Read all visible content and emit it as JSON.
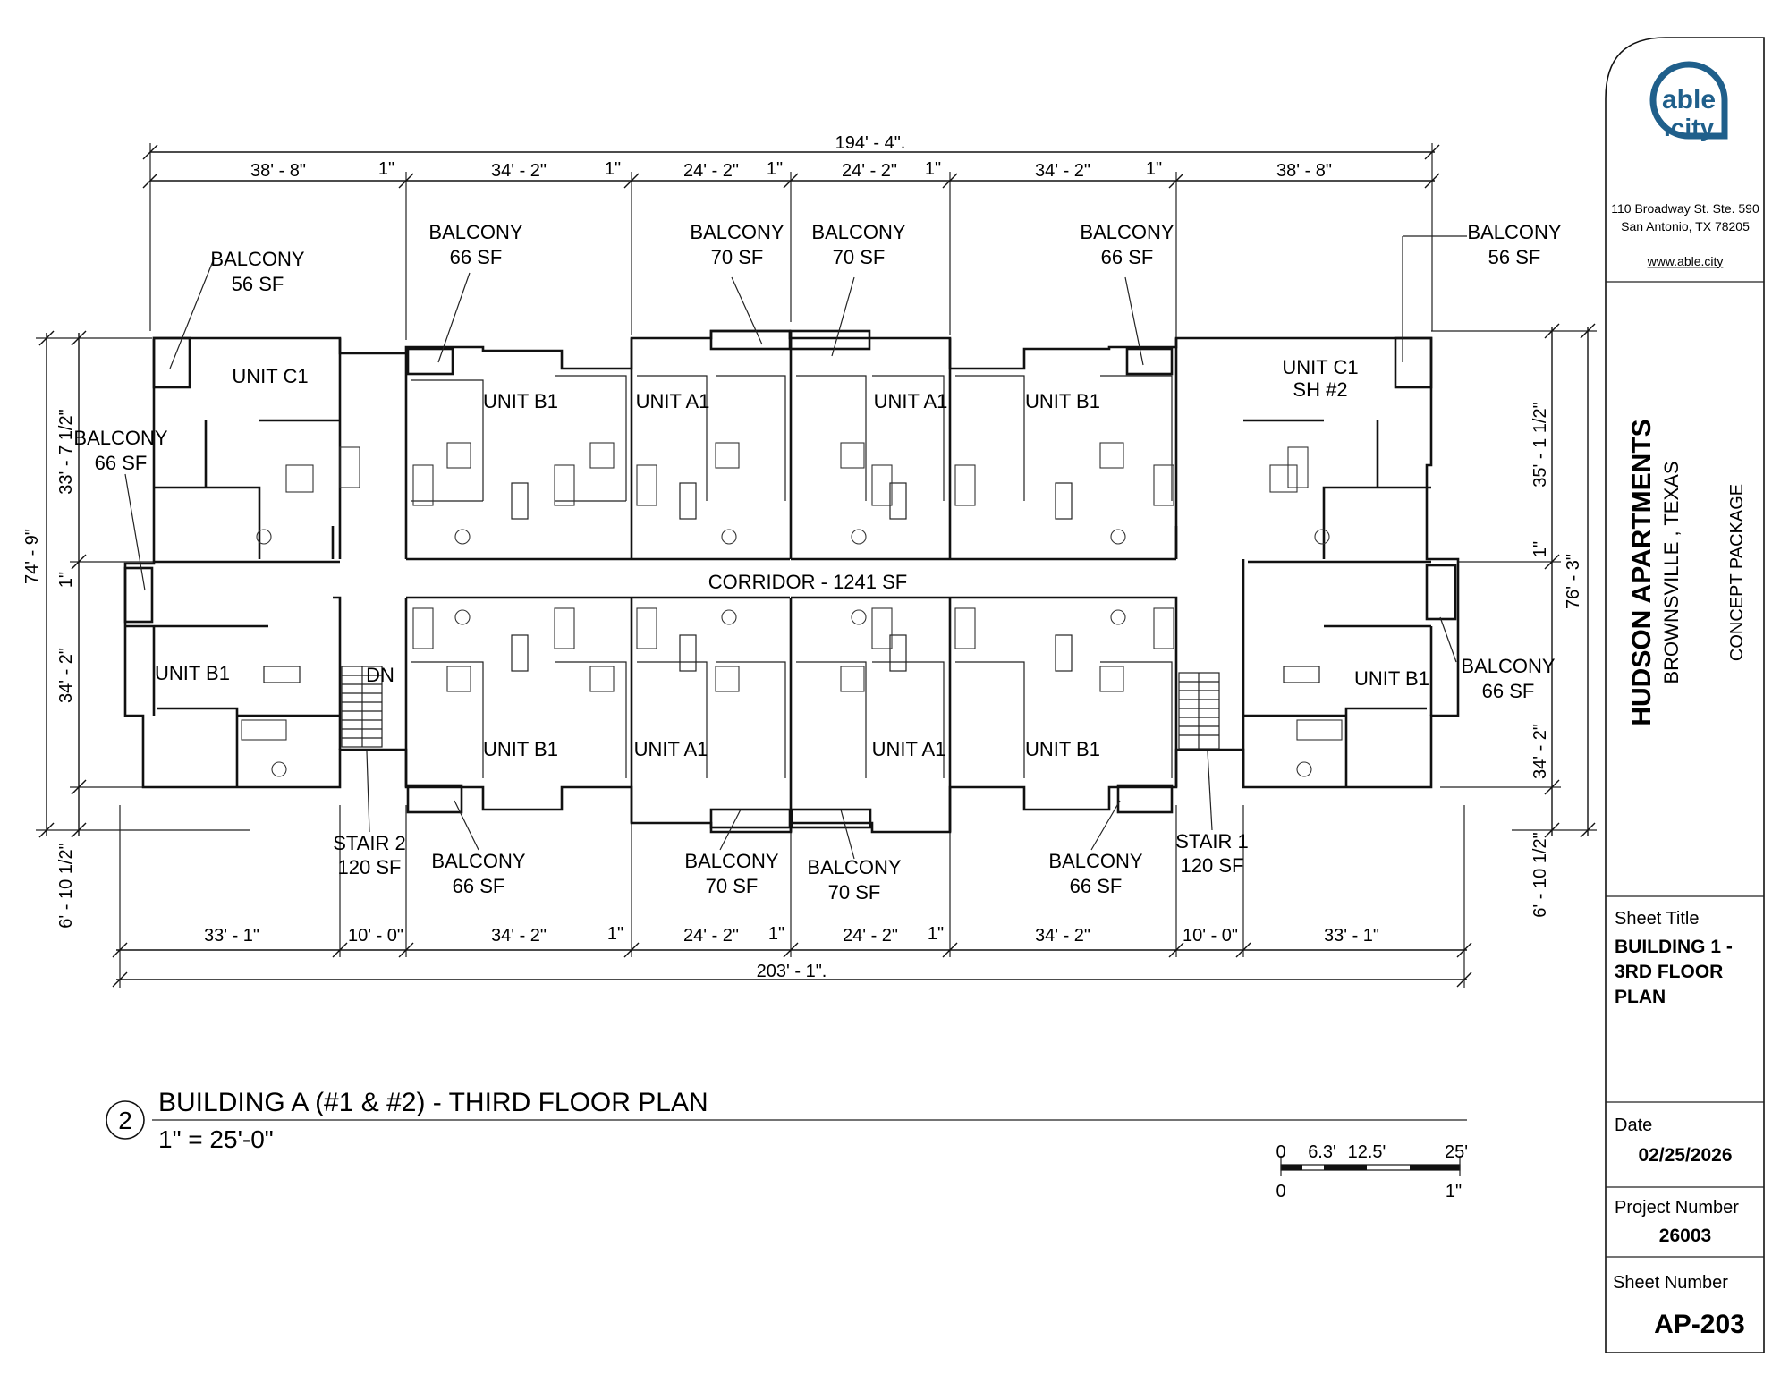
{
  "logo": {
    "line1": "able",
    "line2": ".city",
    "accent": "#1f5f8b"
  },
  "firm": {
    "address1": "110 Broadway St. Ste. 590",
    "address2": "San Antonio, TX 78205",
    "website": "www.able.city"
  },
  "project": {
    "name": "HUDSON APARTMENTS",
    "location": "BROWNSVILLE , TEXAS",
    "package": "CONCEPT PACKAGE"
  },
  "sheet": {
    "title_label": "Sheet Title",
    "title_lines": [
      "BUILDING 1 -",
      "3RD FLOOR",
      "PLAN"
    ],
    "date_label": "Date",
    "date": "02/25/2026",
    "project_number_label": "Project Number",
    "project_number": "26003",
    "sheet_number_label": "Sheet Number",
    "sheet_number": "AP-203"
  },
  "drawing": {
    "number": "2",
    "title": "BUILDING A (#1 & #2) - THIRD FLOOR PLAN",
    "scale": "1\" = 25'-0\""
  },
  "scale_bar": {
    "ticks": [
      "0",
      "6.3'",
      "12.5'",
      "25'"
    ],
    "bottom_ticks": [
      "0",
      "1\""
    ]
  },
  "top_dims": {
    "overall": "194' - 4\".",
    "segments": [
      "38' - 8\"",
      "1\"",
      "34' - 2\"",
      "1\"",
      "24' - 2\"",
      "1\"",
      "24' - 2\"",
      "1\"",
      "34' - 2\"",
      "1\"",
      "38' - 8\""
    ]
  },
  "bottom_dims": {
    "overall": "203' - 1\".",
    "segments": [
      "33' - 1\"",
      "10' - 0\"",
      "34' - 2\"",
      "1\"",
      "24' - 2\"",
      "1\"",
      "24' - 2\"",
      "1\"",
      "34' - 2\"",
      "10' - 0\"",
      "33' - 1\""
    ]
  },
  "left_dims": {
    "overall": "74' - 9\"",
    "segments": [
      "33' - 7 1/2\"",
      "1\"",
      "34' - 2\"",
      "6' - 10 1/2\""
    ]
  },
  "right_dims": {
    "overall": "76' - 3\"",
    "segments": [
      "35' - 1 1/2\"",
      "1\"",
      "34' - 2\"",
      "6' - 10 1/2\""
    ]
  },
  "units": [
    "UNIT C1",
    "UNIT B1",
    "UNIT A1",
    "UNIT A1",
    "UNIT B1",
    "UNIT C1",
    "SH #2",
    "UNIT B1",
    "UNIT B1",
    "UNIT A1",
    "UNIT A1",
    "UNIT B1",
    "UNIT B1"
  ],
  "corridor": "CORRIDOR - 1241 SF",
  "stairs": [
    {
      "name": "STAIR 2",
      "area": "120 SF"
    },
    {
      "name": "STAIR 1",
      "area": "120 SF"
    }
  ],
  "dn": "DN",
  "balconies": [
    {
      "name": "BALCONY",
      "area": "56 SF"
    },
    {
      "name": "BALCONY",
      "area": "66 SF"
    },
    {
      "name": "BALCONY",
      "area": "70 SF"
    },
    {
      "name": "BALCONY",
      "area": "70 SF"
    },
    {
      "name": "BALCONY",
      "area": "66 SF"
    },
    {
      "name": "BALCONY",
      "area": "56 SF"
    },
    {
      "name": "BALCONY",
      "area": "66 SF"
    },
    {
      "name": "BALCONY",
      "area": "66 SF"
    },
    {
      "name": "BALCONY",
      "area": "66 SF"
    },
    {
      "name": "BALCONY",
      "area": "70 SF"
    },
    {
      "name": "BALCONY",
      "area": "70 SF"
    },
    {
      "name": "BALCONY",
      "area": "66 SF"
    }
  ]
}
